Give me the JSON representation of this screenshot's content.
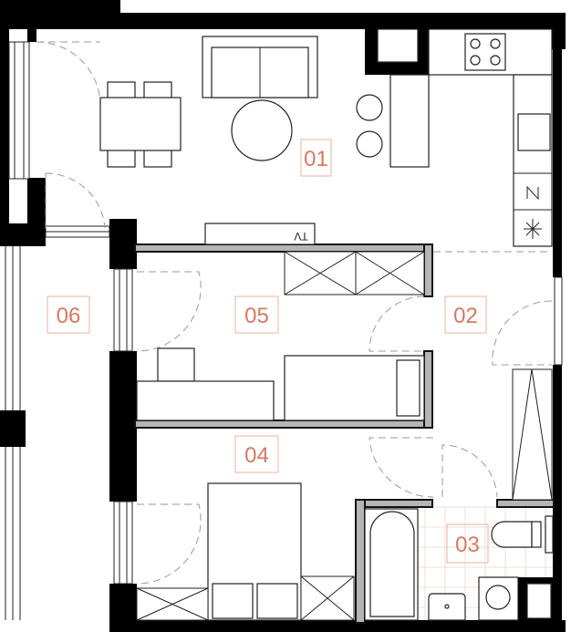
{
  "plan": {
    "rooms": [
      {
        "id": "01",
        "label": "01"
      },
      {
        "id": "02",
        "label": "02"
      },
      {
        "id": "03",
        "label": "03"
      },
      {
        "id": "04",
        "label": "04"
      },
      {
        "id": "05",
        "label": "05"
      },
      {
        "id": "06",
        "label": "06"
      }
    ],
    "tv_label": "TV"
  },
  "colors": {
    "label": "#d47a62",
    "label_box": "#e8b2a2",
    "wall": "#000000",
    "inner_wall": "#b5b5b5",
    "tile": "#f1dcd4"
  }
}
